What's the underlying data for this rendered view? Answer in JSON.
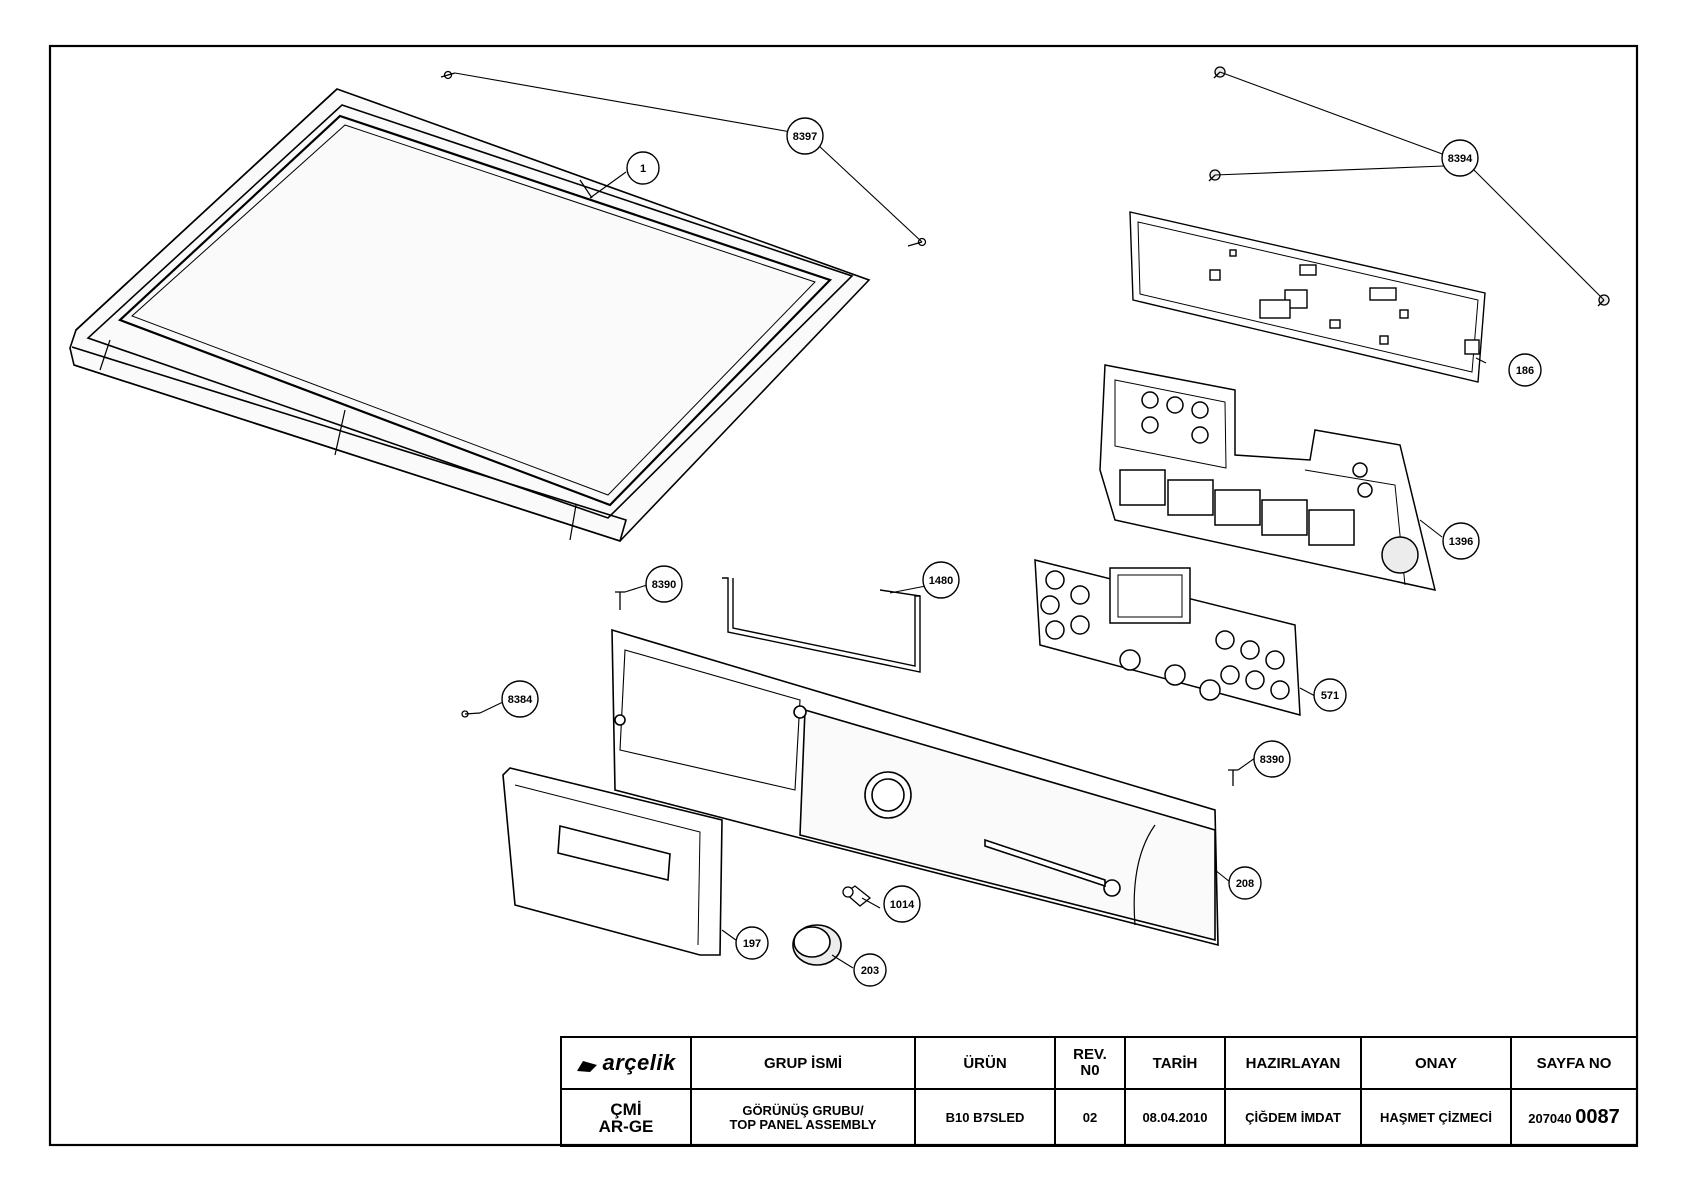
{
  "callouts": [
    "1",
    "8397",
    "8394",
    "186",
    "1396",
    "571",
    "1480",
    "8390",
    "8384",
    "8390",
    "208",
    "1014",
    "197",
    "203"
  ],
  "title_block": {
    "brand": "arçelik",
    "headers": {
      "group_name": "GRUP İSMİ",
      "product": "ÜRÜN",
      "rev_line1": "REV.",
      "rev_line2": "N0",
      "date": "TARİH",
      "prepared_by": "HAZIRLAYAN",
      "approval": "ONAY",
      "page_no": "SAYFA NO"
    },
    "values": {
      "dept_line1": "ÇMİ",
      "dept_line2": "AR-GE",
      "group_line1": "GÖRÜNÜŞ GRUBU/",
      "group_line2": "TOP PANEL ASSEMBLY",
      "product": "B10 B7SLED",
      "rev": "02",
      "date": "08.04.2010",
      "prepared_by": "ÇİĞDEM İMDAT",
      "approval": "HAŞMET ÇİZMECİ",
      "page_no_prefix": "207040",
      "page_no_suffix": "0087"
    }
  },
  "colors": {
    "line": "#000000",
    "paper": "#ffffff",
    "part_shade": "#ececec"
  }
}
